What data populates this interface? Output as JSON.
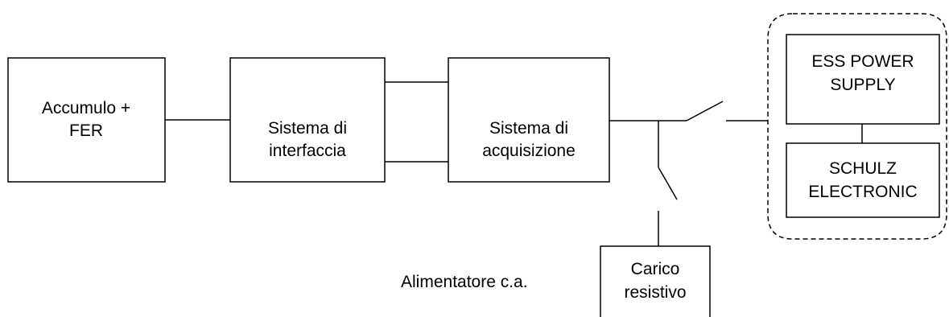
{
  "blocks": {
    "accumulo": {
      "line1": "Accumulo +",
      "line2": "FER"
    },
    "interfaccia": {
      "line1": "Sistema di",
      "line2": "interfaccia"
    },
    "acquisizione": {
      "line1": "Sistema di",
      "line2": "acquisizione"
    },
    "ess": {
      "line1": "ESS POWER",
      "line2": "SUPPLY"
    },
    "schulz": {
      "line1": "SCHULZ",
      "line2": "ELECTRONIC"
    },
    "carico": {
      "line1": "Carico",
      "line2": "resistivo"
    }
  },
  "labels": {
    "alimentatore": "Alimentatore c.a."
  }
}
